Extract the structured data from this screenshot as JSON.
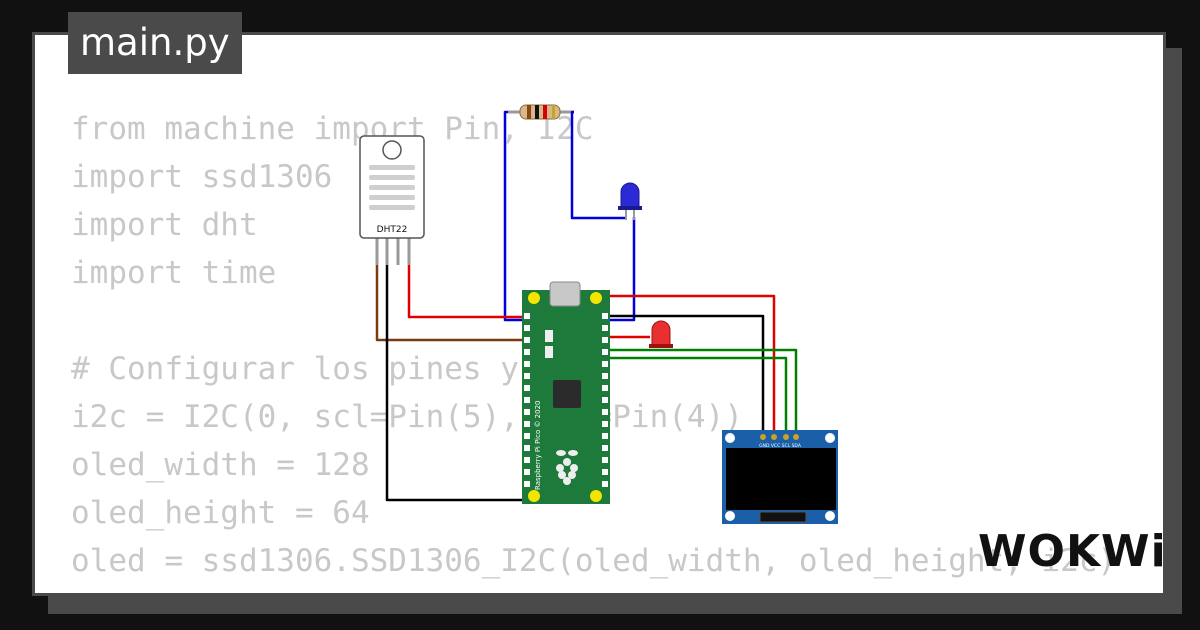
{
  "tab": {
    "filename": "main.py"
  },
  "code_lines": [
    "from machine import Pin, I2C",
    "import ssd1306",
    "import dht",
    "import time",
    "",
    "# Configurar los pines y I2C",
    "i2c = I2C(0, scl=Pin(5), sda=Pin(4))",
    "oled_width = 128",
    "oled_height = 64",
    "oled = ssd1306.SSD1306_I2C(oled_width, oled_height, i2c)"
  ],
  "components": {
    "sensor_label": "DHT22",
    "pico_label": "Raspberry Pi Pico © 2020",
    "oled_pins": "GND VCC SCL SDA"
  },
  "brand": {
    "logo_text": "WOKWi"
  },
  "colors": {
    "frame": "#4a4a4a",
    "wire_red": "#e00000",
    "wire_blue": "#0000dd",
    "wire_green": "#008000",
    "wire_black": "#000000",
    "wire_brown": "#7a3b10",
    "pico_green": "#1e7a3a",
    "oled_blue": "#1a5fa8"
  }
}
